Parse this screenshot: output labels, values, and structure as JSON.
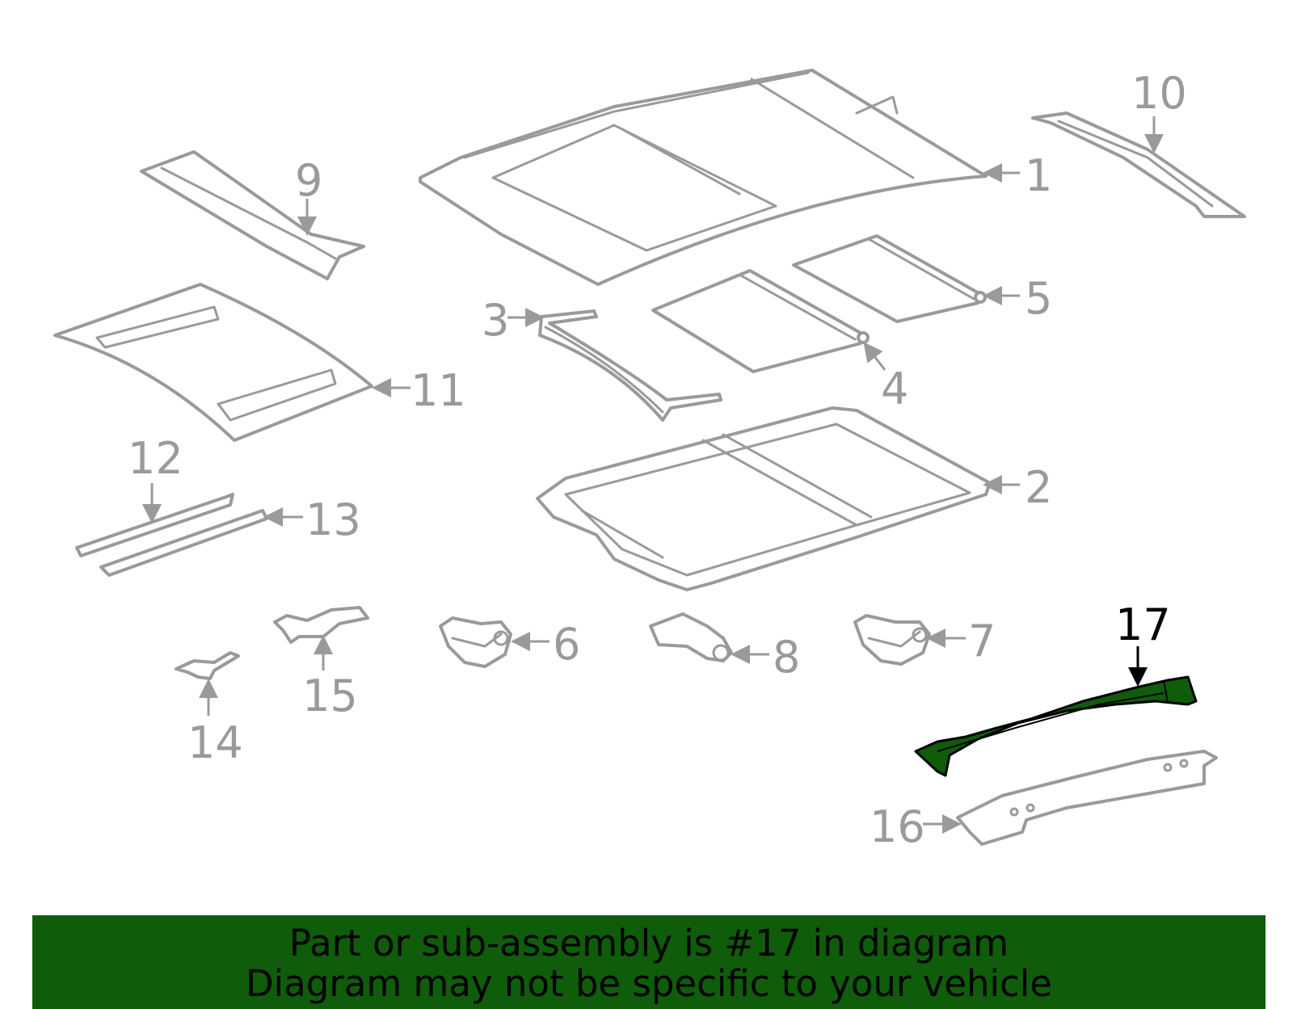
{
  "callouts": {
    "c1": "1",
    "c2": "2",
    "c3": "3",
    "c4": "4",
    "c5": "5",
    "c6": "6",
    "c7": "7",
    "c8": "8",
    "c9": "9",
    "c10": "10",
    "c11": "11",
    "c12": "12",
    "c13": "13",
    "c14": "14",
    "c15": "15",
    "c16": "16",
    "c17": "17"
  },
  "highlighted_part": "17",
  "colors": {
    "highlight": "#0f5c0a",
    "line": "#9a9a9a",
    "banner": "#0f5c0a"
  },
  "banner": {
    "line1": "Part or sub-assembly is #17 in diagram",
    "line2": "Diagram may not be specific to your vehicle"
  }
}
